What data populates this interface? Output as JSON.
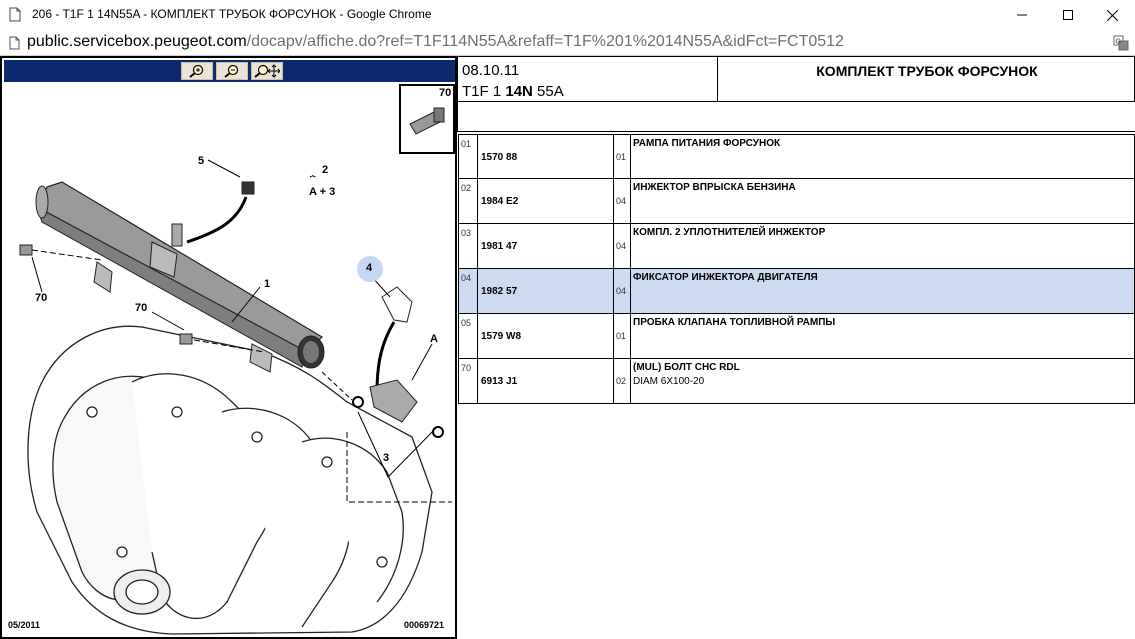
{
  "window": {
    "title": "206 - T1F 1 14N55A - КОМПЛЕКТ ТРУБОК ФОРСУНОК - Google Chrome"
  },
  "address": {
    "host": "public.servicebox.peugeot.com",
    "path": "/docapv/affiche.do?ref=T1F114N55A&refaff=T1F%201%2014N55A&idFct=FCT0512"
  },
  "diagram": {
    "labels": {
      "p1": "1",
      "p2": "2",
      "p2_sub": "A + 3",
      "p3": "3",
      "p4": "4",
      "p5": "5",
      "p70a": "70",
      "p70b": "70",
      "pA": "A",
      "inset": "70"
    },
    "footer_date": "05/2011",
    "footer_code": "00069721"
  },
  "header": {
    "date": "08.10.11",
    "code_prefix": "T1F 1 ",
    "code_bold": "14N",
    "code_suffix": " 55A",
    "title": "КОМПЛЕКТ ТРУБОК ФОРСУНОК"
  },
  "parts": [
    {
      "pos": "01",
      "ref": "1570 88",
      "qty": "01",
      "desc": "РАМПА ПИТАНИЯ ФОРСУНОК",
      "desc2": ""
    },
    {
      "pos": "02",
      "ref": "1984 E2",
      "qty": "04",
      "desc": "ИНЖЕКТОР ВПРЫСКА БЕНЗИНА",
      "desc2": ""
    },
    {
      "pos": "03",
      "ref": "1981 47",
      "qty": "04",
      "desc": "КОМПЛ. 2 УПЛОТНИТЕЛЕЙ ИНЖЕКТОР",
      "desc2": ""
    },
    {
      "pos": "04",
      "ref": "1982 57",
      "qty": "04",
      "desc": "ФИКСАТОР ИНЖЕКТОРА ДВИГАТЕЛЯ",
      "desc2": ""
    },
    {
      "pos": "05",
      "ref": "1579 W8",
      "qty": "01",
      "desc": "ПРОБКА КЛАПАНА ТОПЛИВНОЙ РАМПЫ",
      "desc2": ""
    },
    {
      "pos": "70",
      "ref": "6913 J1",
      "qty": "02",
      "desc": "(MUL) БОЛТ CHC RDL",
      "desc2": "DIAM 6X100-20"
    }
  ],
  "selected_row": 3,
  "colors": {
    "zoombar": "#0c2a6e",
    "selected_row": "#cddaf2",
    "callout_bubble": "#c5d7f3"
  },
  "icons": {
    "page": "document-icon",
    "zoom_in": "zoom-in-icon",
    "zoom_out": "zoom-out-icon",
    "zoom_pan": "zoom-pan-icon",
    "translate": "translate-icon"
  }
}
